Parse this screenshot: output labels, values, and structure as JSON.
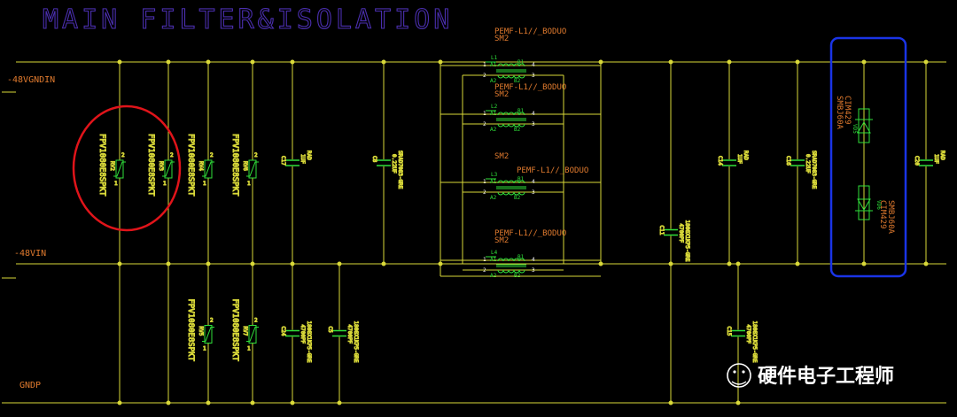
{
  "title": "MAIN FILTER&ISOLATION",
  "nets": {
    "top": "-48VGNDIN",
    "mid": "-48VIN",
    "bot": "GNDP"
  },
  "tvs_top": [
    "FPV1080E8SPKT",
    "FPV1080E8SPKT",
    "FPV1080E8SPKT",
    "FPV1080E8SPKT"
  ],
  "tvs_top_refs": [
    "RV2",
    "RV3",
    "RV4",
    "RV6"
  ],
  "tvs_bot": [
    "FPV1080E8SPKT",
    "FPV1080E8SPKT"
  ],
  "tvs_bot_refs": [
    "RV5",
    "RV7"
  ],
  "caps": {
    "c17": {
      "ref": "C17",
      "val": "1UF",
      "val2": "RAD"
    },
    "c8": {
      "ref": "C8",
      "val": "0.22UF",
      "val2": "SRAD7083-GRE"
    },
    "c14": {
      "ref": "C14",
      "val": "1UF",
      "val2": "RAD"
    },
    "c16": {
      "ref": "C16",
      "val": "0.22UF",
      "val2": "SRAD7083-GRE"
    },
    "c20": {
      "ref": "C20",
      "val": "1UF",
      "val2": "RAD"
    },
    "c24": {
      "ref": "C24",
      "val": "4700PF",
      "val2": "1808X1KP5-GRE"
    },
    "c5": {
      "ref": "C5",
      "val": "4700PF",
      "val2": "1808X1KP5-GRE"
    },
    "c11": {
      "ref": "C11",
      "val": "4700PF",
      "val2": "1808X1KP5-GRE"
    },
    "c15": {
      "ref": "C15",
      "val": "4700PF",
      "val2": "1808X1KP5-GRE"
    }
  },
  "chokes": [
    {
      "part": "PEMF-L1//_BODUO",
      "sm": "SM2",
      "ref": "L1"
    },
    {
      "part": "PEMF-L1//_BODUO",
      "sm": "SM2",
      "ref": "L2"
    },
    {
      "part": "PEMF-L1//_BODUO",
      "sm": "SM2",
      "ref": "L3"
    },
    {
      "part": "PEMF-L1//_BODUO",
      "sm": "SM2",
      "ref": "L4"
    }
  ],
  "pins": {
    "a1": "A1",
    "b1": "B1",
    "a2": "A2",
    "b2": "B2",
    "p1": "1",
    "p2": "2",
    "p3": "3",
    "p4": "4"
  },
  "tvs_diodes": {
    "upper": {
      "part": "SMBJ60A",
      "pkg": "CIM429",
      "ref": "VD5"
    },
    "lower": {
      "part": "SMBJ60A",
      "pkg": "CIM429",
      "ref": "VD6"
    }
  },
  "highlights": {
    "red": "#e0141a",
    "blue": "#1a34e6"
  },
  "colors": {
    "wire": "#d8d839",
    "component": "#2fe03a",
    "net_label": "#e07a2e",
    "title": "#4b2fb0"
  },
  "watermark": {
    "text": "硬件电子工程师",
    "icon": "wechat-icon"
  }
}
